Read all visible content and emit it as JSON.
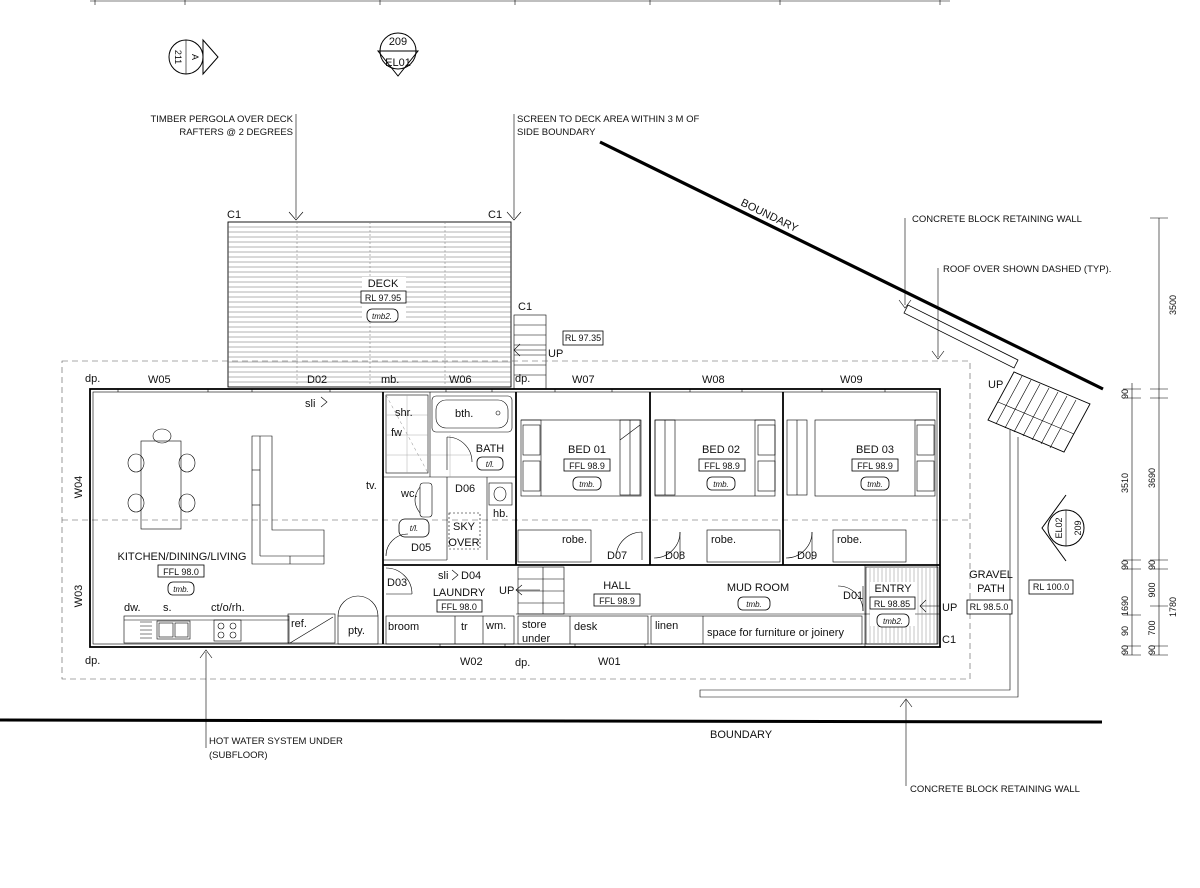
{
  "sections": {
    "a": {
      "num": "211",
      "letter": "A"
    },
    "el01": {
      "num": "209",
      "code": "EL01"
    },
    "el02": {
      "num": "209",
      "code": "EL02"
    }
  },
  "notes": {
    "pergola_1": "TIMBER PERGOLA OVER DECK",
    "pergola_2": "RAFTERS @ 2 DEGREES",
    "screen_1": "SCREEN TO DECK AREA WITHIN 3 M OF",
    "screen_2": "SIDE BOUNDARY",
    "retaining_top": "CONCRETE BLOCK RETAINING WALL",
    "roof_dashed": "ROOF OVER SHOWN DASHED (TYP).",
    "hws_1": "HOT WATER SYSTEM UNDER",
    "hws_2": "(SUBFLOOR)",
    "retaining_bottom": "CONCRETE BLOCK RETAINING WALL",
    "boundary_diag": "BOUNDARY",
    "boundary_bottom": "BOUNDARY"
  },
  "deck": {
    "name": "DECK",
    "rl": "RL 97.95",
    "finish": "tmb2.",
    "rl_step": "RL 97.35",
    "up": "UP"
  },
  "columns": {
    "c1": "C1"
  },
  "windows": {
    "w01": "W01",
    "w02": "W02",
    "w03": "W03",
    "w04": "W04",
    "w05": "W05",
    "w06": "W06",
    "w07": "W07",
    "w08": "W08",
    "w09": "W09"
  },
  "doors": {
    "d01": "D01",
    "d02": "D02",
    "d03": "D03",
    "d04": "D04",
    "d05": "D05",
    "d06": "D06",
    "d07": "D07",
    "d08": "D08",
    "d09": "D09"
  },
  "rooms": {
    "kitchen": {
      "name": "KITCHEN/DINING/LIVING",
      "ffl": "FFL 98.0",
      "finish": "tmb."
    },
    "bath": {
      "name": "BATH",
      "finish": "t/l."
    },
    "wc": {
      "finish": "t/l."
    },
    "bed01": {
      "name": "BED 01",
      "ffl": "FFL 98.9",
      "finish": "tmb."
    },
    "bed02": {
      "name": "BED 02",
      "ffl": "FFL 98.9",
      "finish": "tmb."
    },
    "bed03": {
      "name": "BED 03",
      "ffl": "FFL 98.9",
      "finish": "tmb."
    },
    "laundry": {
      "name": "LAUNDRY",
      "ffl": "FFL 98.0"
    },
    "hall": {
      "name": "HALL",
      "ffl": "FFL 98.9"
    },
    "mud": {
      "name": "MUD ROOM",
      "finish": "tmb."
    },
    "entry": {
      "name": "ENTRY",
      "rl": "RL 98.85",
      "finish": "tmb2."
    },
    "gravel": {
      "name_1": "GRAVEL",
      "name_2": "PATH",
      "rl": "RL 98.5.0"
    },
    "ground_rl": "RL 100.0"
  },
  "fixtures": {
    "dp": "dp.",
    "mb": "mb.",
    "sli": "sli",
    "shr": "shr.",
    "bth": "bth.",
    "fw": "fw",
    "tv": "tv.",
    "wc": "wc.",
    "hb": "hb.",
    "sky_1": "SKY",
    "sky_2": "OVER",
    "robe": "robe.",
    "dw": "dw.",
    "s": "s.",
    "ct": "ct/o/rh.",
    "ref": "ref.",
    "pty": "pty.",
    "broom": "broom",
    "tr": "tr",
    "wm": "wm.",
    "store_1": "store",
    "store_2": "under",
    "desk": "desk",
    "linen": "linen",
    "furniture": "space for furniture or joinery",
    "up": "UP"
  },
  "dims": [
    "3500",
    "90",
    "3510",
    "3690",
    "90",
    "90",
    "900",
    "1690",
    "1780",
    "90",
    "700",
    "90",
    "90"
  ]
}
